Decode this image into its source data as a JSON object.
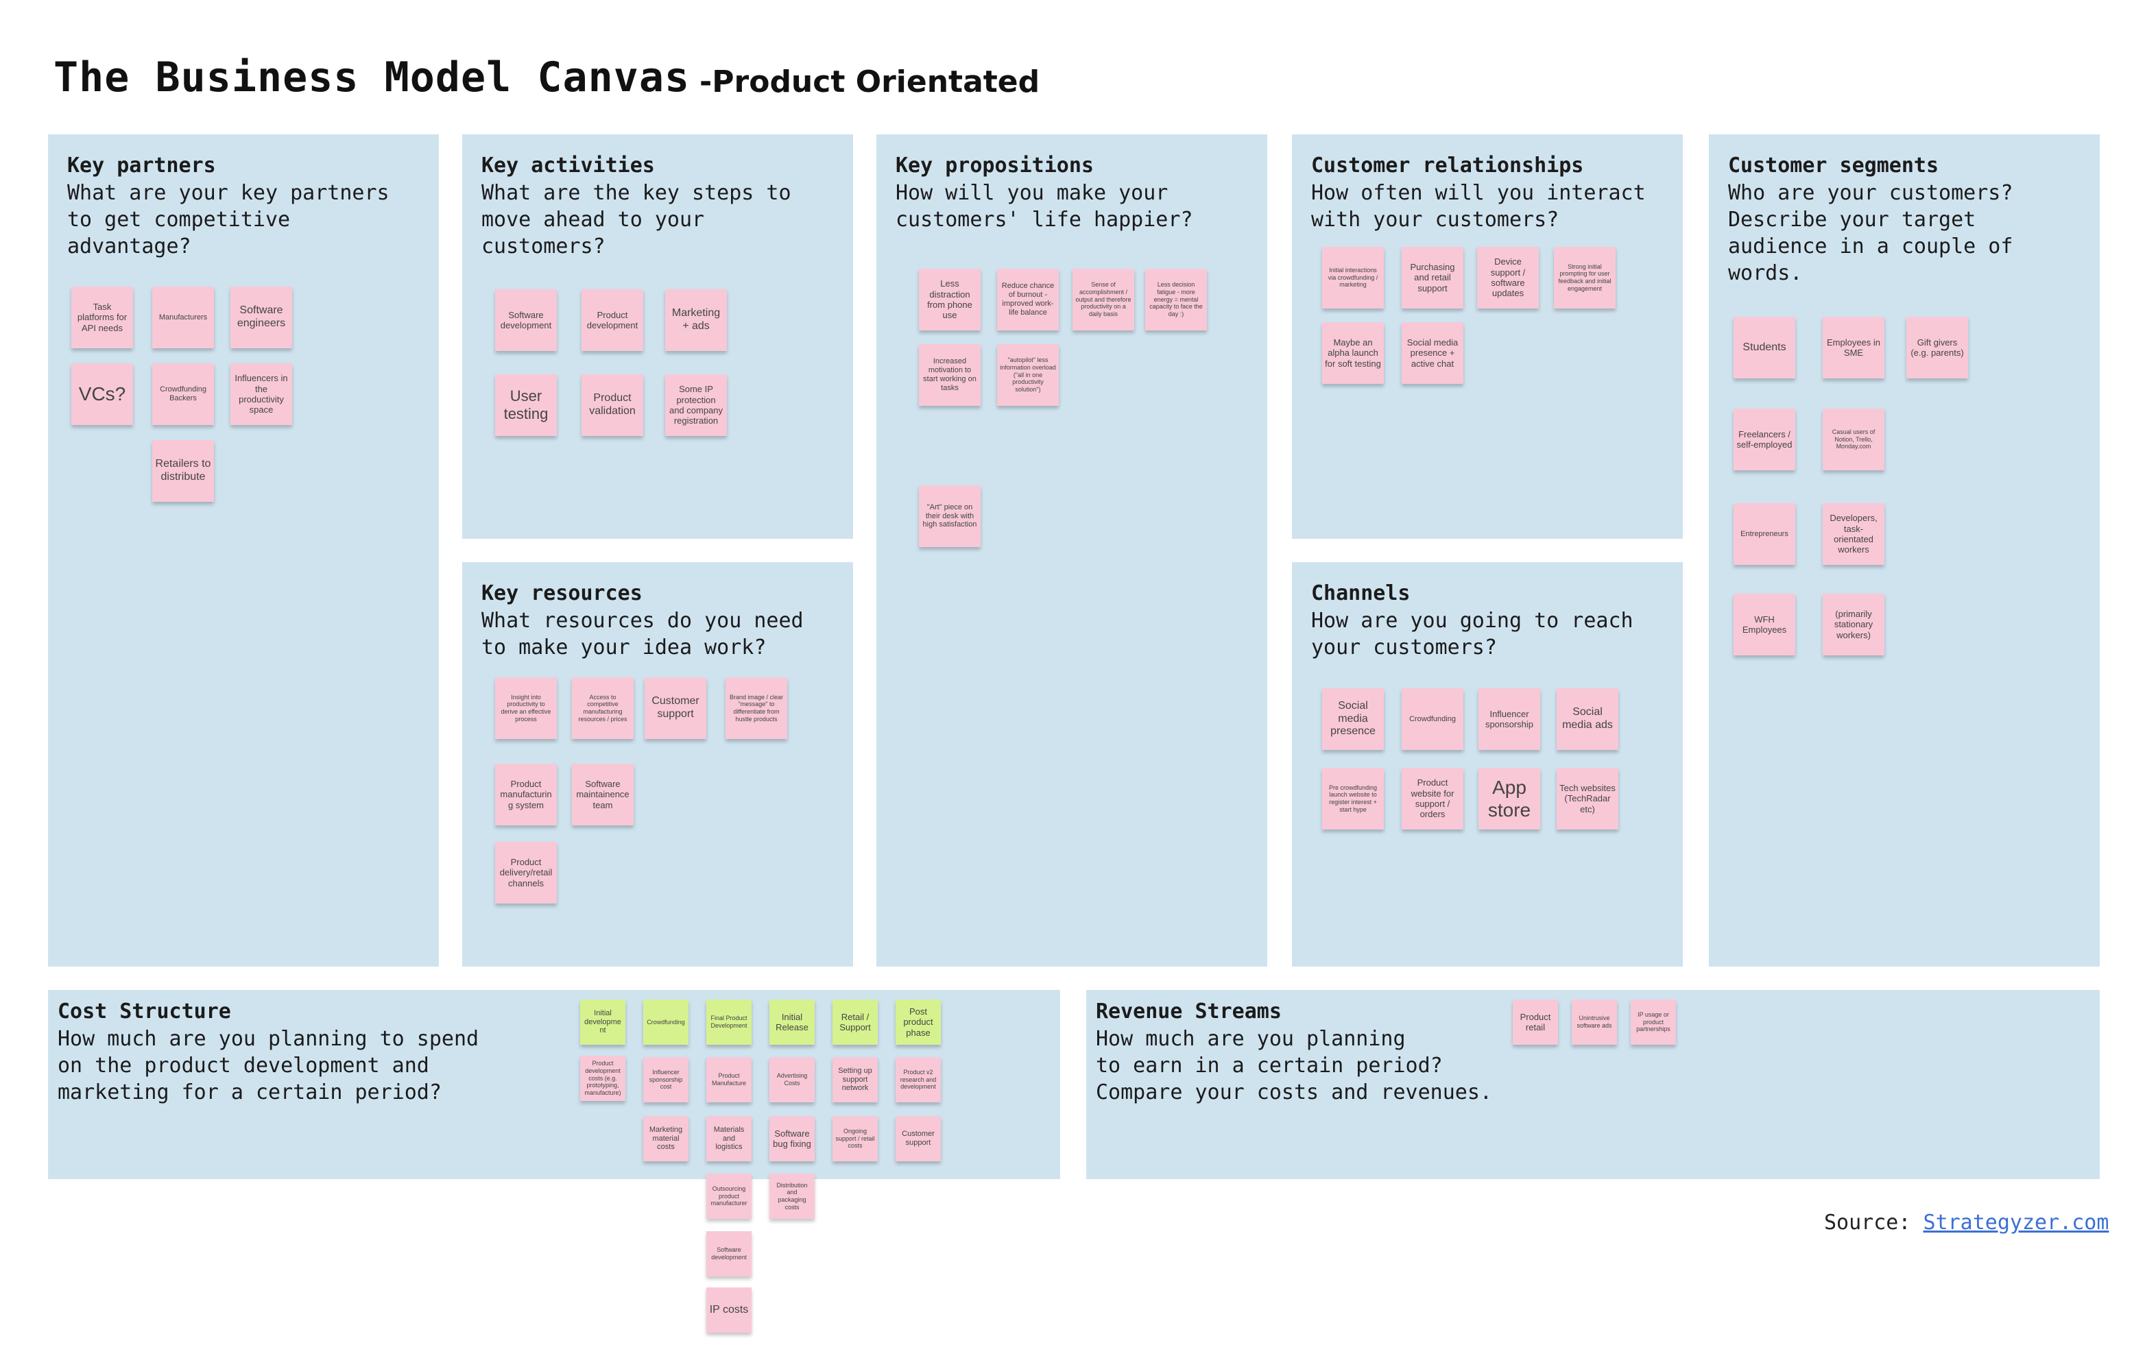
{
  "page": {
    "title": "The Business Model Canvas",
    "subtitle": "-Product Orientated"
  },
  "panels": {
    "key_partners": {
      "title": "Key partners",
      "question": "What are your key partners\nto get competitive\nadvantage?",
      "notes": [
        "Task platforms for API needs",
        "Manufacturers",
        "Software engineers",
        "VCs?",
        "Crowdfunding Backers",
        "Influencers in the productivity space",
        "Retailers to distribute"
      ]
    },
    "key_activities": {
      "title": "Key activities",
      "question": "What are the key steps to\nmove ahead to your\ncustomers?",
      "notes": [
        "Software development",
        "Product development",
        "Marketing + ads",
        "User testing",
        "Product validation",
        "Some IP protection and company registration"
      ]
    },
    "key_resources": {
      "title": "Key resources",
      "question": "What resources do you need\nto make your idea work?",
      "notes": [
        "Insight into productivity to derive an effective process",
        "Access to competitive manufacturing resources / prices",
        "Customer support",
        "Brand image / clear \"message\" to differentiate from hustle products",
        "Product manufacturing system",
        "Software maintainence team",
        "Product delivery/retail channels"
      ]
    },
    "key_propositions": {
      "title": "Key propositions",
      "question": "How will you make your\ncustomers' life happier?",
      "notes": [
        "Less distraction from phone use",
        "Reduce chance of burnout - improved work-life balance",
        "Sense of accomplishment / output and therefore productivity on a daily basis",
        "Less decision fatigue - more energy = mental capacity to face the day :)",
        "Increased motivation to start working on tasks",
        "\"autopilot\" less information overload (\"all in one productivity solution\")",
        "\"Art\" piece on their desk with high satisfaction"
      ]
    },
    "customer_relationships": {
      "title": "Customer relationships",
      "question": "How often will you interact\nwith your customers?",
      "notes": [
        "Initial interactions via crowdfunding / marketing",
        "Purchasing and retail support",
        "Device support / software updates",
        "Strong initial prompting for user feedback and initial engagement",
        "Maybe an alpha launch for soft testing",
        "Social media presence + active chat"
      ]
    },
    "channels": {
      "title": "Channels",
      "question": "How are you going to reach\nyour customers?",
      "notes": [
        "Social media presence",
        "Crowdfunding",
        "Influencer sponsorship",
        "Social media ads",
        "Pre crowdfunding launch website to register interest + start hype",
        "Product website for support / orders",
        "App store",
        "Tech websites (TechRadar etc)"
      ]
    },
    "customer_segments": {
      "title": "Customer segments",
      "question": "Who are your customers?\nDescribe your target\naudience in a couple of\nwords.",
      "notes": [
        "Students",
        "Employees in SME",
        "Gift givers (e.g. parents)",
        "Freelancers / self-employed",
        "Casual users of Notion, Trello, Monday.com",
        "Entrepreneurs",
        "Developers, task-orientated workers",
        "WFH Employees",
        "(primarily stationary workers)"
      ]
    },
    "cost_structure": {
      "title": "Cost Structure",
      "question": "How much are you planning to spend\non the product development and\nmarketing for a certain period?",
      "phases": [
        "Initial development",
        "Crowdfunding",
        "Final Product Development",
        "Initial Release",
        "Retail / Support",
        "Post product phase"
      ],
      "notes": [
        "Product development costs (e.g. prototyping, manufacture)",
        "Influencer sponsorship cost",
        "Product Manufacture",
        "Advertising Costs",
        "Setting up support network",
        "Product v2 research and development",
        "Marketing material costs",
        "Materials and logistics",
        "Software bug fixing",
        "Ongoing support / retail costs",
        "Customer support",
        "Outsourcing product manufacturer",
        "Distribution and packaging costs",
        "Software development",
        "IP costs"
      ]
    },
    "revenue_streams": {
      "title": "Revenue Streams",
      "question": "How much are you planning\nto earn in a certain period?\nCompare your costs and revenues.",
      "notes": [
        "Product retail",
        "Unintrusive software ads",
        "IP usage or product partnerships"
      ]
    }
  },
  "footer": {
    "source_label": "Source:",
    "source_link": "Strategyzer.com"
  },
  "colors": {
    "panel": "#cfe3ef",
    "sticky_pink": "#f8c8d6",
    "sticky_green": "#d6f28e",
    "link": "#3b6fd4"
  }
}
